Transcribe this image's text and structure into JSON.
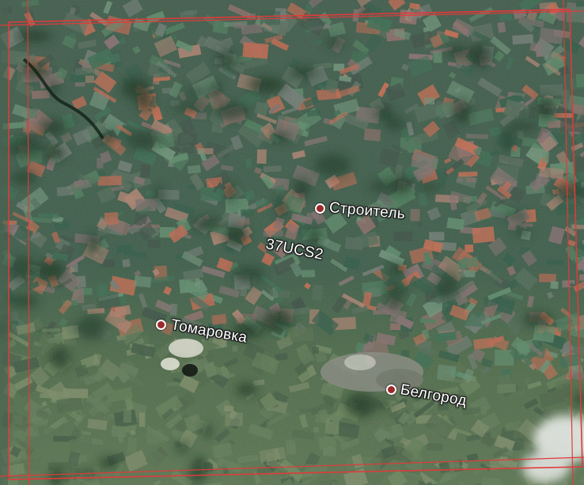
{
  "map": {
    "tile_label": "37UCS2",
    "cities": [
      {
        "name": "Строитель"
      },
      {
        "name": "Томаровка"
      },
      {
        "name": "Белгород"
      }
    ],
    "colors": {
      "boundary": "#e03a3a",
      "marker": "#9c2a2a",
      "label_text": "#ffffff"
    }
  }
}
